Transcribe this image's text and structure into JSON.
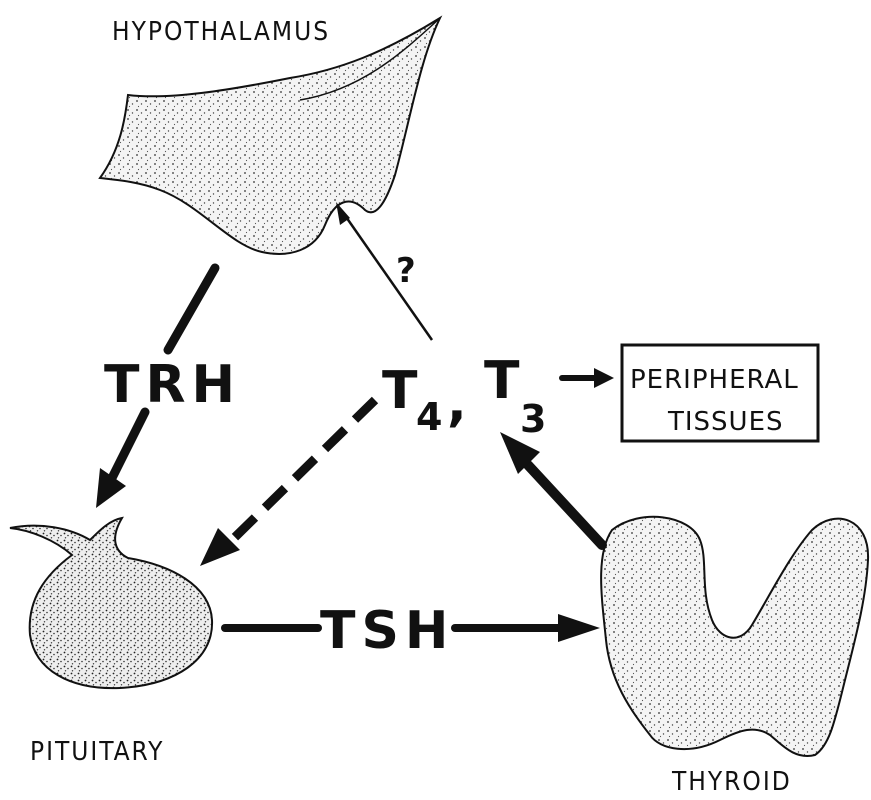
{
  "labels": {
    "hypothalamus": "HYPOTHALAMUS",
    "pituitary": "PITUITARY",
    "thyroid": "THYROID",
    "trh": "TRH",
    "tsh": "TSH",
    "t4": "T",
    "t4_sub": "4",
    "comma": ",",
    "t3": "T",
    "t3_sub": "3",
    "question": "?",
    "peripheral_line1": "PERIPHERAL",
    "peripheral_line2": "TISSUES"
  }
}
